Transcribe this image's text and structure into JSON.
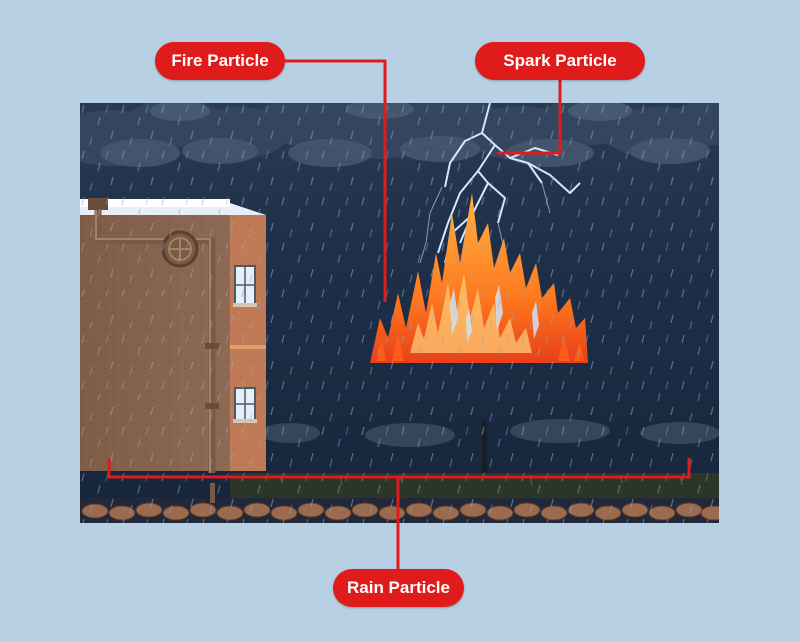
{
  "labels": {
    "fire": "Fire Particle",
    "spark": "Spark Particle",
    "rain": "Rain Particle"
  },
  "colors": {
    "background": "#b7d0e3",
    "callout": "#e01b1b",
    "callout_text": "#ffffff",
    "sky": "#1b2c44",
    "fire": "#ff8a2a",
    "building": "#8a6650"
  },
  "icons": {
    "lightning": "lightning-bolt-icon",
    "flame": "flame-icon"
  }
}
